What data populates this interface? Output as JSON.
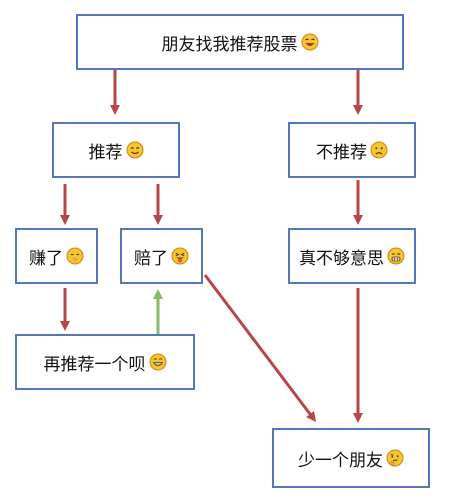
{
  "nodes": {
    "root": {
      "label": "朋友找我推荐股票",
      "emoji": "laughing-face-icon"
    },
    "recommend": {
      "label": "推荐",
      "emoji": "smiling-face-icon"
    },
    "not_recommend": {
      "label": "不推荐",
      "emoji": "frowning-face-icon"
    },
    "earn": {
      "label": "赚了",
      "emoji": "shushing-face-icon"
    },
    "lose": {
      "label": "赔了",
      "emoji": "tongue-out-face-icon"
    },
    "sorry": {
      "label": "真不够意思",
      "emoji": "grimacing-face-icon"
    },
    "again": {
      "label": "再推荐一个呗",
      "emoji": "grinning-face-icon"
    },
    "lose_friend": {
      "label": "少一个朋友",
      "emoji": "thinking-face-icon"
    }
  },
  "colors": {
    "box_border": "#5577b8",
    "arrow_red": "#b5474a",
    "arrow_green": "#8ab86b",
    "emoji_face": "#f7c531",
    "emoji_outline": "#c9860f"
  }
}
